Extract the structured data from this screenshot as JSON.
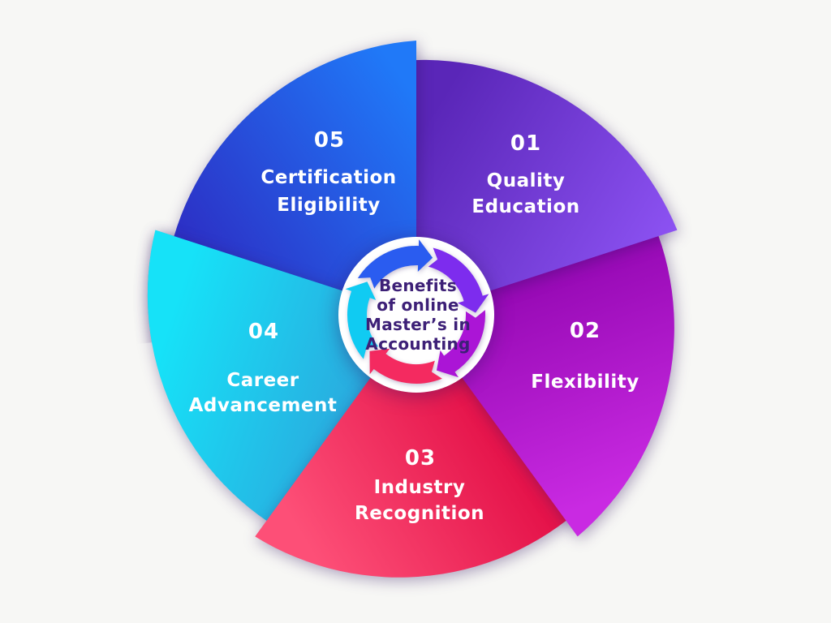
{
  "page": {
    "background": "#f7f7f5",
    "text_on_segments": "#ffffff"
  },
  "center": {
    "title_lines": [
      "Benefits",
      "of online",
      "Master’s in",
      "Accounting"
    ],
    "text_color": "#3d2077",
    "circle_color": "#ffffff"
  },
  "segments": [
    {
      "number": "01",
      "label_lines": [
        "Quality",
        "Education"
      ],
      "color_start": "#5a26b8",
      "color_end": "#8c52f2",
      "arrow_color": "#7d2cee"
    },
    {
      "number": "02",
      "label_lines": [
        "Flexibility"
      ],
      "color_start": "#9609b4",
      "color_end": "#c92ae2",
      "arrow_color": "#ab15d6"
    },
    {
      "number": "03",
      "label_lines": [
        "Industry",
        "Recognition"
      ],
      "color_start": "#e5134a",
      "color_end": "#fd4f77",
      "arrow_color": "#f42a60"
    },
    {
      "number": "04",
      "label_lines": [
        "Career",
        "Advancement"
      ],
      "color_start": "#16e2f8",
      "color_end": "#2aaade",
      "arrow_color": "#10cbf2"
    },
    {
      "number": "05",
      "label_lines": [
        "Certification",
        "Eligibility"
      ],
      "color_start": "#2c31c6",
      "color_end": "#2079f8",
      "arrow_color": "#2a5cf0"
    }
  ]
}
